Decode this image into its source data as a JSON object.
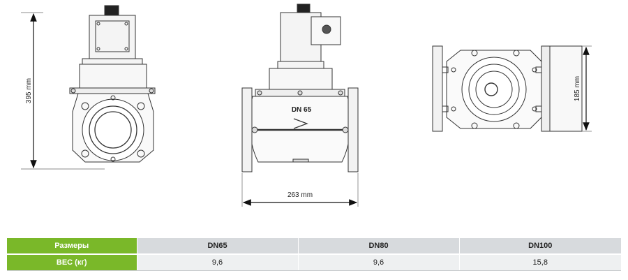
{
  "drawing": {
    "height_label": "395 mm",
    "length_label": "263 mm",
    "flange_label": "185 mm",
    "body_marking": "DN 65"
  },
  "spec_table": {
    "rows": [
      {
        "label": "Размеры",
        "values": [
          "DN65",
          "DN80",
          "DN100"
        ]
      },
      {
        "label": "ВЕС (кг)",
        "values": [
          "9,6",
          "9,6",
          "15,8"
        ]
      }
    ]
  }
}
